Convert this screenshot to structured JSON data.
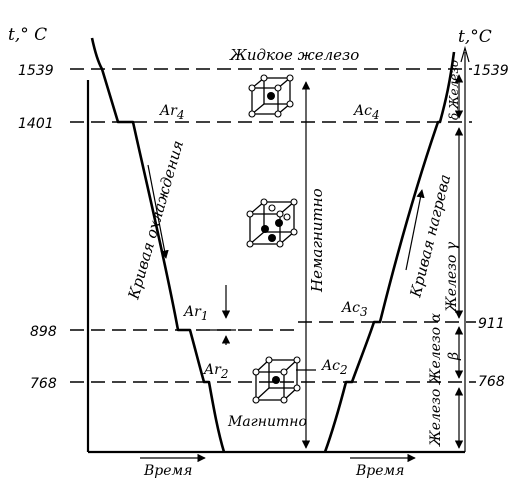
{
  "axes": {
    "left_title": "t,° C",
    "right_title": "t,°C",
    "time_left": "Время",
    "time_right": "Время"
  },
  "temps_left": [
    "1539",
    "1401",
    "898",
    "768"
  ],
  "temps_right": [
    "1539",
    "911",
    "768"
  ],
  "labels": {
    "liquid": "Жидкое железо",
    "ar4": "Ar",
    "ar4_sub": "4",
    "ac4": "Ac",
    "ac4_sub": "4",
    "ar1": "Ar",
    "ar1_sub": "1",
    "ar2": "Ar",
    "ar2_sub": "2",
    "ac3": "Ac",
    "ac3_sub": "3",
    "ac2": "Ac",
    "ac2_sub": "2",
    "nonmagnetic": "Немагнитно",
    "magnetic": "Магнитно",
    "cooling_curve": "Кривая охлаждения",
    "heating_curve": "Кривая нагрева",
    "delta_iron": "δ Железо",
    "gamma_iron": "Железо γ",
    "beta_iron": "β",
    "alpha_iron": "Железо Железо α"
  },
  "icons": [
    "bcc-cell-icon",
    "fcc-cell-icon",
    "bcc-cell-icon"
  ]
}
